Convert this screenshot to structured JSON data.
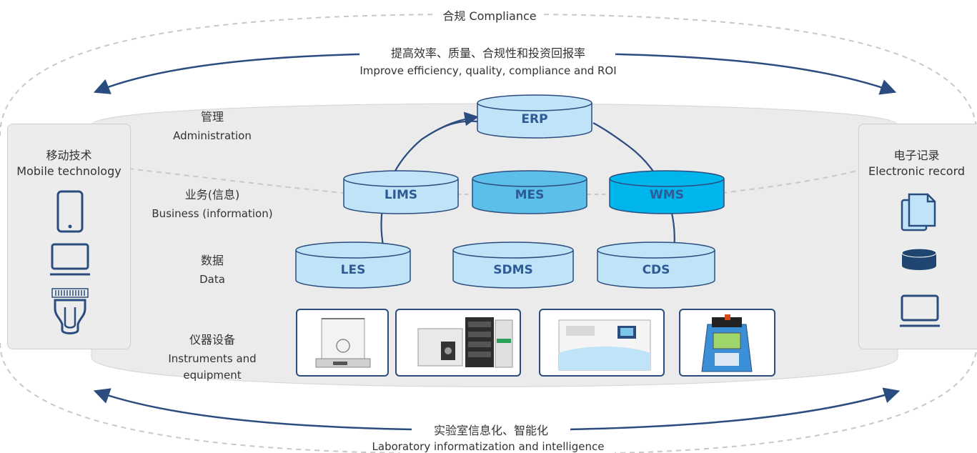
{
  "compliance": {
    "label": "合规 Compliance"
  },
  "top_arrow": {
    "label_zh": "提高效率、质量、合规性和投资回报率",
    "label_en": "Improve efficiency, quality, compliance and ROI"
  },
  "bottom_arrow": {
    "label_zh": "实验室信息化、智能化",
    "label_en": "Laboratory informatization and intelligence"
  },
  "layers": {
    "administration": {
      "zh": "管理",
      "en": "Administration"
    },
    "business": {
      "zh": "业务(信息)",
      "en": "Business (information)"
    },
    "data": {
      "zh": "数据",
      "en": "Data"
    },
    "instruments": {
      "zh": "仪器设备",
      "en_line1": "Instruments and",
      "en_line2": "equipment"
    }
  },
  "systems": {
    "erp": "ERP",
    "lims": "LIMS",
    "mes": "MES",
    "wms": "WMS",
    "les": "LES",
    "sdms": "SDMS",
    "cds": "CDS"
  },
  "left_panel": {
    "title_zh": "移动技术",
    "title_en": "Mobile technology",
    "icons": [
      "tablet-icon",
      "laptop-icon",
      "barcode-scanner-icon"
    ]
  },
  "right_panel": {
    "title_zh": "电子记录",
    "title_en": "Electronic record",
    "icons": [
      "documents-icon",
      "database-icon",
      "laptop-icon"
    ]
  },
  "instruments": [
    "analytical-balance",
    "hplc-system",
    "gas-chromatograph",
    "handheld-analyzer"
  ],
  "colors": {
    "arrow": "#2b4c7e",
    "cylinder_light": "#bfe3f7",
    "cylinder_mid": "#5bbfea",
    "cylinder_strong": "#00b4ec",
    "cylinder_text": "#2e5a96",
    "platform": "#ebebeb"
  }
}
